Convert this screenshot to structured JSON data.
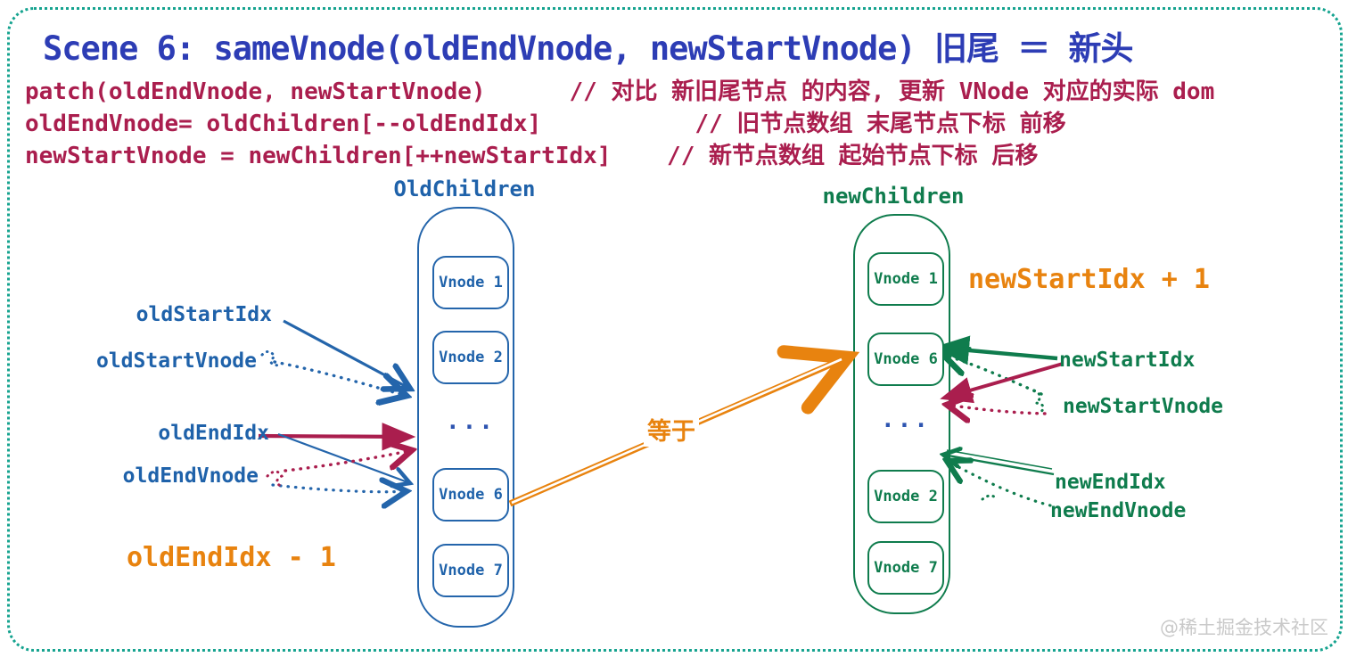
{
  "page": {
    "title": "Scene 6: sameVnode(oldEndVnode, newStartVnode) 旧尾 ＝ 新头",
    "watermark": "@稀土掘金技术社区"
  },
  "code_lines": [
    "patch(oldEndVnode, newStartVnode)      // 对比 新旧尾节点 的内容, 更新 VNode 对应的实际 dom",
    "oldEndVnode= oldChildren[--oldEndIdx]           // 旧节点数组 末尾节点下标 前移",
    "newStartVnode = newChildren[++newStartIdx]    // 新节点数组 起始节点下标 后移"
  ],
  "old_column": {
    "label": "OldChildren",
    "boxes": [
      "Vnode 1",
      "Vnode 2",
      "Vnode 6",
      "Vnode 7"
    ],
    "ellipsis": "..."
  },
  "new_column": {
    "label": "newChildren",
    "boxes": [
      "Vnode 1",
      "Vnode 6",
      "Vnode 2",
      "Vnode 7"
    ],
    "ellipsis": "..."
  },
  "old_pointers": {
    "start_idx": "oldStartIdx",
    "start_vnode": "oldStartVnode",
    "end_idx": "oldEndIdx",
    "end_vnode": "oldEndVnode"
  },
  "new_pointers": {
    "start_idx": "newStartIdx",
    "start_vnode": "newStartVnode",
    "end_idx": "newEndIdx",
    "end_vnode": "newEndVnode"
  },
  "annotations": {
    "old_end_decrement": "oldEndIdx - 1",
    "new_start_increment": "newStartIdx + 1",
    "equals_label": "等于"
  },
  "colors": {
    "title_blue": "#2d3db5",
    "code_crimson": "#aa1e4e",
    "old_blue": "#1f62aa",
    "new_green": "#0f7c4d",
    "moved_pointer_crimson": "#aa1e4e",
    "highlight_orange": "#e8830f",
    "frame_teal": "#15a38f",
    "watermark_gray": "#c9c9c9"
  }
}
